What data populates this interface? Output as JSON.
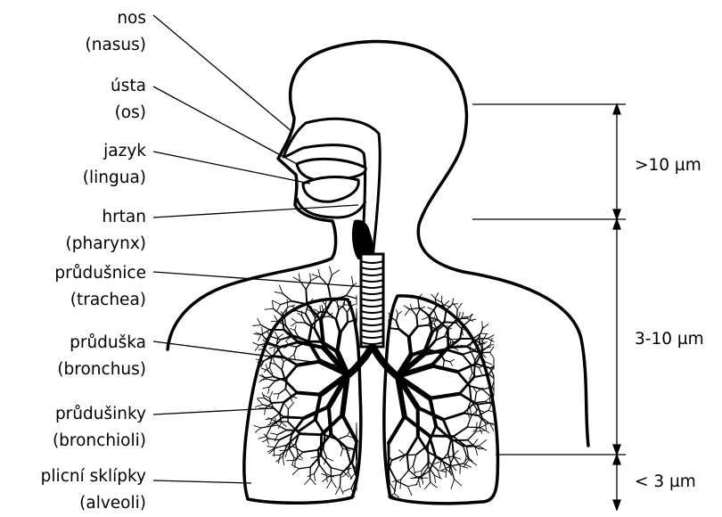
{
  "labels": [
    {
      "name": "nos",
      "latin": "(nasus)"
    },
    {
      "name": "ústa",
      "latin": "(os)"
    },
    {
      "name": "jazyk",
      "latin": "(lingua)"
    },
    {
      "name": "hrtan",
      "latin": "(pharynx)"
    },
    {
      "name": "průdušnice",
      "latin": "(trachea)"
    },
    {
      "name": "průduška",
      "latin": "(bronchus)"
    },
    {
      "name": "průdušinky",
      "latin": "(bronchioli)"
    },
    {
      "name": "plicní sklípky",
      "latin": "(alveoli)"
    }
  ],
  "particle_sizes": [
    ">10 µm",
    "3-10 µm",
    "< 3 µm"
  ],
  "colors": {
    "line": "#000000",
    "fill": "#ffffff",
    "airway": "#000000"
  }
}
